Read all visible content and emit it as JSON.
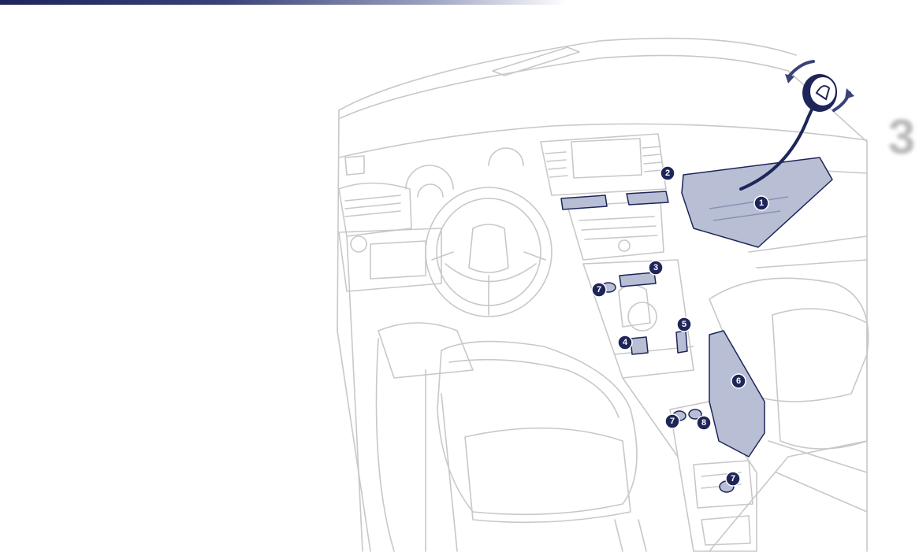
{
  "page": {
    "chapter_number": "3"
  },
  "callouts": [
    {
      "label": "1"
    },
    {
      "label": "2"
    },
    {
      "label": "3"
    },
    {
      "label": "4"
    },
    {
      "label": "5"
    },
    {
      "label": "6"
    },
    {
      "label": "7"
    },
    {
      "label": "7"
    },
    {
      "label": "7"
    },
    {
      "label": "8"
    }
  ],
  "colors": {
    "accent": "#1e2559",
    "highlight_fill": "#b8bed4",
    "line_art": "#c8c8c8",
    "chapter_number": "#b9b9b9"
  },
  "icons": {
    "rotation": "rotate-arrows-icon",
    "storage_part": "glovebox-icon"
  }
}
